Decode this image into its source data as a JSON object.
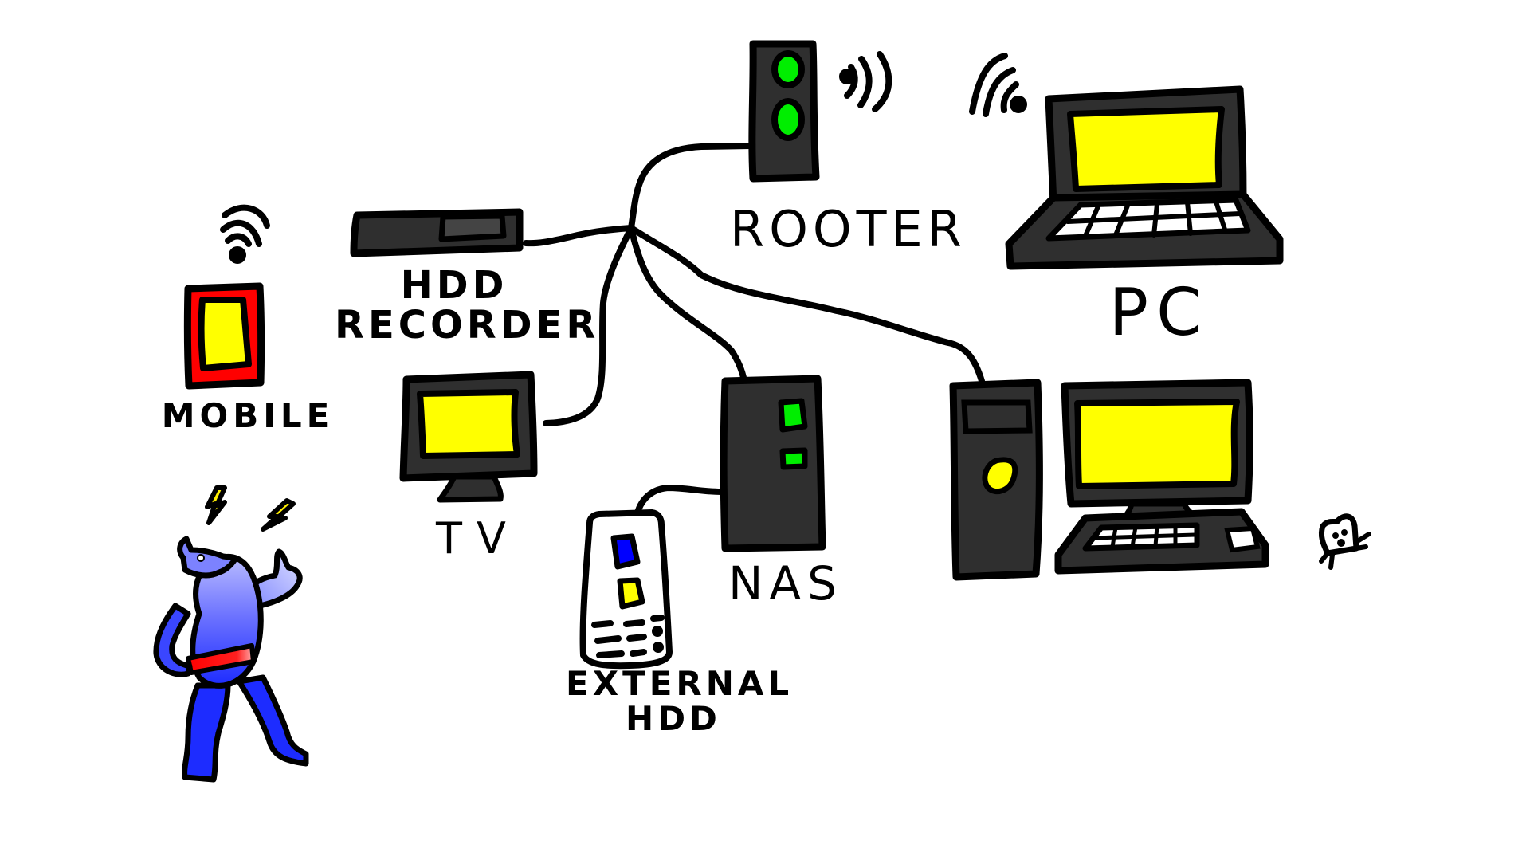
{
  "title": "Home network diagram",
  "colors": {
    "outline": "#000000",
    "device_body": "#2f2f2f",
    "device_panel": "#444444",
    "screen": "#ffff00",
    "led": "#00ee00",
    "mobile_case": "#ff0000",
    "ext_hdd_body": "#ffffff",
    "ext_hdd_led_1": "#0000ff",
    "ext_hdd_led_2": "#ffff00",
    "character_body": "#3a46ff",
    "character_belt": "#ff1010",
    "lightning": "#ffee00",
    "background": "#ffffff"
  },
  "devices": {
    "router": {
      "label": "ROOTER",
      "icon": "router-icon",
      "wireless": true
    },
    "pc_laptop": {
      "label": "PC",
      "icon": "laptop-icon",
      "wireless": true
    },
    "pc_desktop": {
      "icon": "desktop-computer-icon"
    },
    "hdd_recorder": {
      "label": "HDD\nRECORDER",
      "icon": "hdd-recorder-icon"
    },
    "mobile": {
      "label": "MOBILE",
      "icon": "smartphone-icon",
      "wireless": true
    },
    "tv": {
      "label": "TV",
      "icon": "tv-icon"
    },
    "nas": {
      "label": "NAS",
      "icon": "nas-icon"
    },
    "external_hdd": {
      "label": "EXTERNAL\nHDD",
      "icon": "external-hdd-icon"
    }
  },
  "connections": [
    {
      "from": "router",
      "to": "hub"
    },
    {
      "from": "hub",
      "to": "hdd_recorder"
    },
    {
      "from": "hub",
      "to": "tv"
    },
    {
      "from": "hub",
      "to": "nas"
    },
    {
      "from": "hub",
      "to": "pc_desktop"
    },
    {
      "from": "nas",
      "to": "external_hdd"
    }
  ],
  "wireless_links": [
    "mobile",
    "pc_laptop",
    "router"
  ],
  "character": {
    "icon": "angry-robot-character-icon",
    "emotion": "frustrated"
  }
}
